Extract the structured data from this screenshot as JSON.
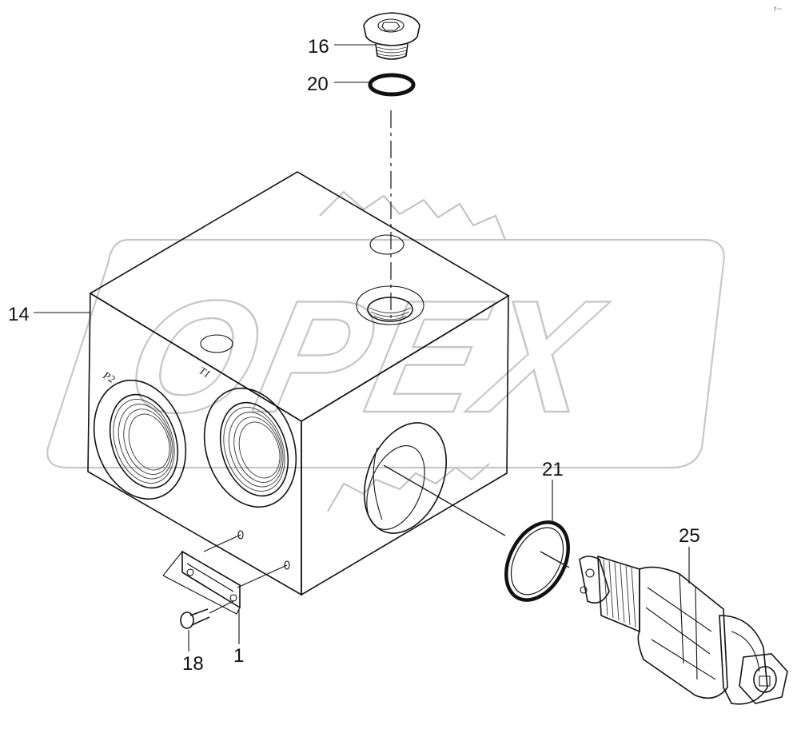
{
  "diagram": {
    "watermark": "OPEX",
    "callouts": [
      {
        "id": "16",
        "text": "16"
      },
      {
        "id": "20",
        "text": "20"
      },
      {
        "id": "14",
        "text": "14"
      },
      {
        "id": "21",
        "text": "21"
      },
      {
        "id": "25",
        "text": "25"
      },
      {
        "id": "18",
        "text": "18"
      },
      {
        "id": "1",
        "text": "1"
      }
    ],
    "ports": {
      "p2": "P2",
      "t1": "T1"
    },
    "corner_mark": "r--"
  }
}
